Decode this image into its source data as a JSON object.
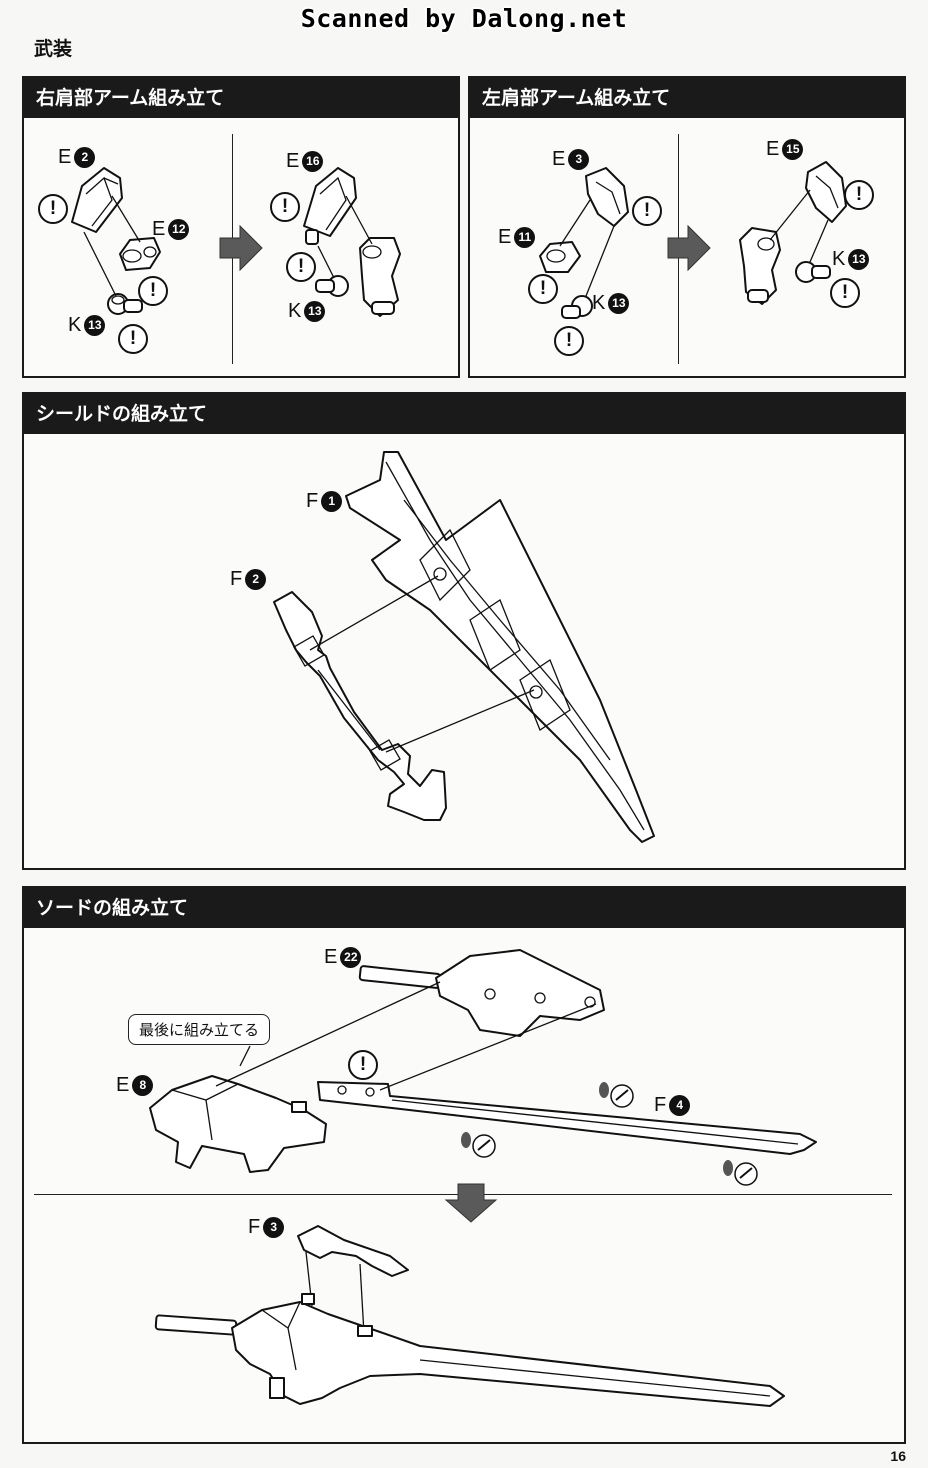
{
  "watermark": "Scanned by Dalong.net",
  "page": {
    "section_title": "武装",
    "page_number": "16"
  },
  "steps": {
    "right_shoulder": {
      "title": "右肩部アーム組み立て",
      "labels": [
        {
          "letter": "E",
          "num": "2"
        },
        {
          "letter": "E",
          "num": "12"
        },
        {
          "letter": "K",
          "num": "13"
        },
        {
          "letter": "E",
          "num": "16"
        },
        {
          "letter": "K",
          "num": "13"
        }
      ]
    },
    "left_shoulder": {
      "title": "左肩部アーム組み立て",
      "labels": [
        {
          "letter": "E",
          "num": "3"
        },
        {
          "letter": "E",
          "num": "11"
        },
        {
          "letter": "K",
          "num": "13"
        },
        {
          "letter": "E",
          "num": "15"
        },
        {
          "letter": "K",
          "num": "13"
        }
      ]
    },
    "shield": {
      "title": "シールドの組み立て",
      "labels": [
        {
          "letter": "F",
          "num": "1"
        },
        {
          "letter": "F",
          "num": "2"
        }
      ]
    },
    "sword": {
      "title": "ソードの組み立て",
      "callout": "最後に組み立てる",
      "labels": [
        {
          "letter": "E",
          "num": "22"
        },
        {
          "letter": "E",
          "num": "8"
        },
        {
          "letter": "F",
          "num": "4"
        },
        {
          "letter": "F",
          "num": "3"
        }
      ]
    }
  },
  "icons": {
    "warning": "!",
    "arrow": "arrow-right-icon",
    "down_arrow": "arrow-down-icon",
    "nipper": "nipper-cut-icon"
  },
  "colors": {
    "band": "#1a1a1a",
    "arrow_fill": "#5a5a5a"
  }
}
